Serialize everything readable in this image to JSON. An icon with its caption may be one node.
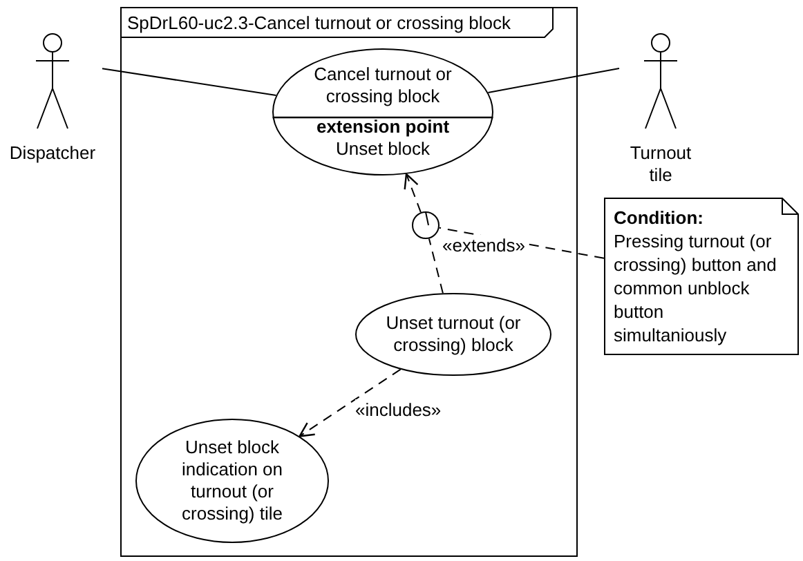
{
  "diagram": {
    "nodes": [
      {
        "text": [
          "SpDrL60-uc2.3-Cancel turnout or crossing block"
        ]
      },
      {
        "text": [
          "Dispatcher"
        ]
      },
      {
        "text": [
          "Cancel turnout or crossing block",
          "extension point",
          "Unset block"
        ],
        "in": 0
      },
      {
        "text": [
          "Turnout tile"
        ]
      },
      {
        "text": [],
        "shape": "circle",
        "in": 0
      },
      {
        "text": [
          "Unset turnout (or crossing) block"
        ],
        "in": 0
      },
      {
        "text": [
          "Unset block indication on turnout (or crossing) tile"
        ],
        "in": 0
      },
      {
        "text": [
          "Condition:",
          "Pressing turnout (or crossing) button and common unblock button simultaniously"
        ]
      }
    ],
    "edges": [
      {
        "from": 1,
        "to": 2,
        "arrow": "none"
      },
      {
        "from": 2,
        "to": 3,
        "arrow": "none"
      },
      {
        "from": 5,
        "to": 4,
        "arrow": "none",
        "style": "dashed",
        "label": "«extends»"
      },
      {
        "from": 4,
        "to": 2,
        "arrow": "to",
        "style": "dashed"
      },
      {
        "from": 5,
        "to": 6,
        "arrow": "to",
        "style": "dashed",
        "label": "«includes»"
      },
      {
        "from": 7,
        "to": 4,
        "arrow": "none",
        "style": "dashed"
      }
    ]
  }
}
